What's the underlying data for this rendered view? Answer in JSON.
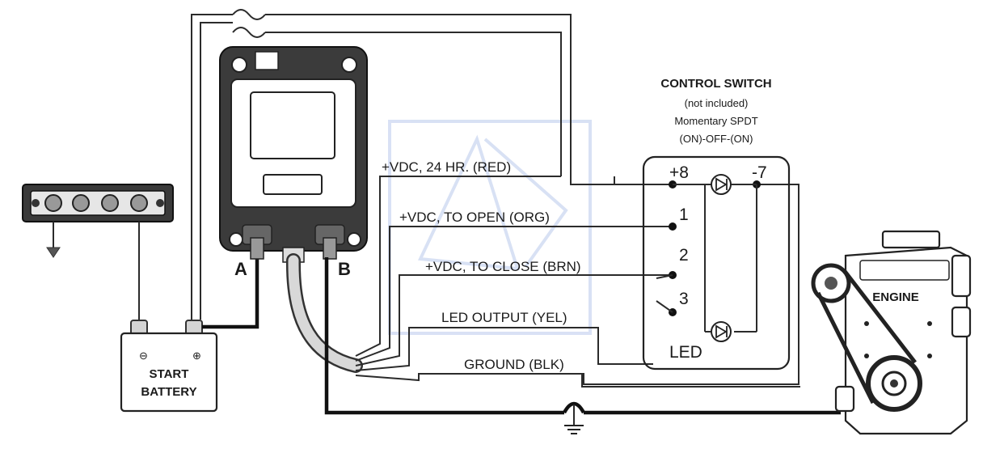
{
  "control_switch": {
    "title": "CONTROL SWITCH",
    "line1": "(not included)",
    "line2": "Momentary SPDT",
    "line3": "(ON)-OFF-(ON)",
    "pos_label": "+8",
    "neg_label": "-7",
    "terminal_1": "1",
    "terminal_2": "2",
    "terminal_3": "3",
    "led_label": "LED"
  },
  "wires": {
    "red": "+VDC, 24 HR. (RED)",
    "orange": "+VDC, TO OPEN (ORG)",
    "brown": "+VDC, TO CLOSE (BRN)",
    "yellow": "LED OUTPUT (YEL)",
    "black": "GROUND (BLK)"
  },
  "relay": {
    "terminal_a": "A",
    "terminal_b": "B"
  },
  "battery": {
    "line1": "START",
    "line2": "BATTERY"
  },
  "engine": {
    "label": "ENGINE"
  },
  "colors": {
    "watermark": "#b9c9ec",
    "line": "#222222"
  }
}
